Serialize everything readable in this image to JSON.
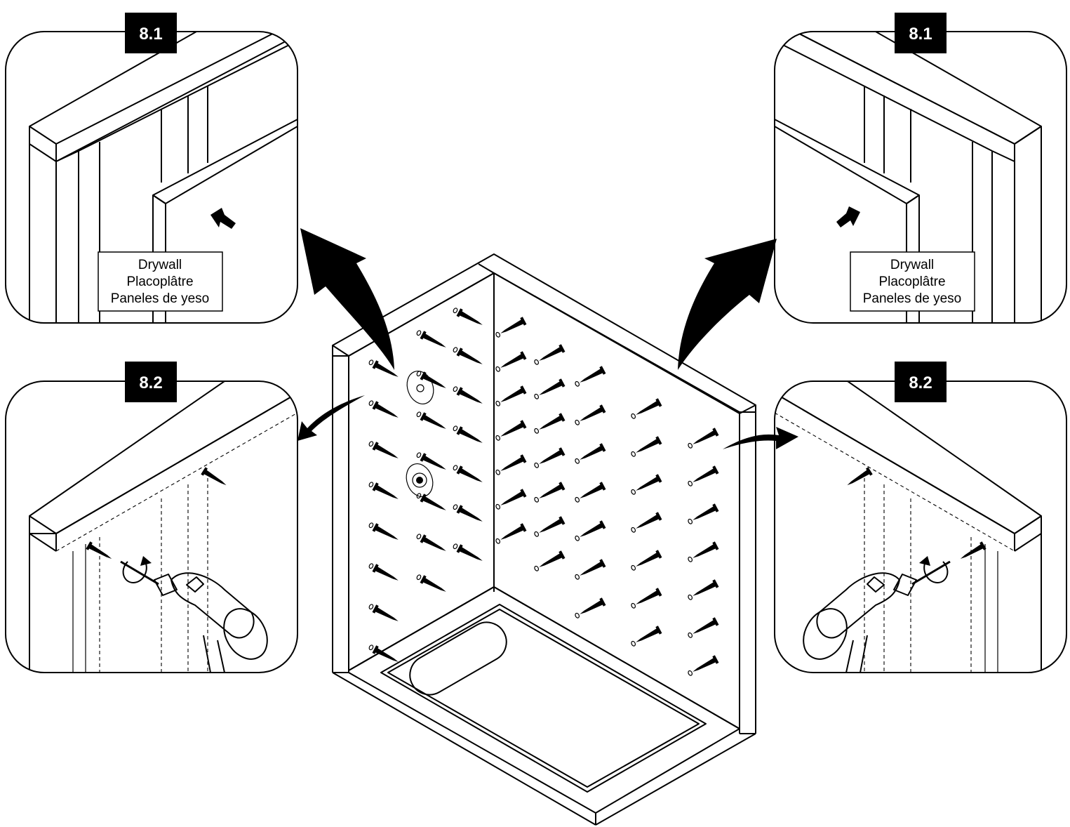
{
  "steps": {
    "top_left": {
      "number": "8.1"
    },
    "top_right": {
      "number": "8.1"
    },
    "bottom_left": {
      "number": "8.2"
    },
    "bottom_right": {
      "number": "8.2"
    }
  },
  "labels": {
    "top_left": [
      "Drywall",
      "Placoplâtre",
      "Paneles de yeso"
    ],
    "top_right": [
      "Drywall",
      "Placoplâtre",
      "Paneles de yeso"
    ]
  },
  "colors": {
    "ink": "#000000",
    "badge": "#000000",
    "paper": "#ffffff"
  },
  "icons": [
    "screw-icon",
    "drill-icon",
    "rotation-arrow-icon",
    "callout-arrow-icon"
  ]
}
